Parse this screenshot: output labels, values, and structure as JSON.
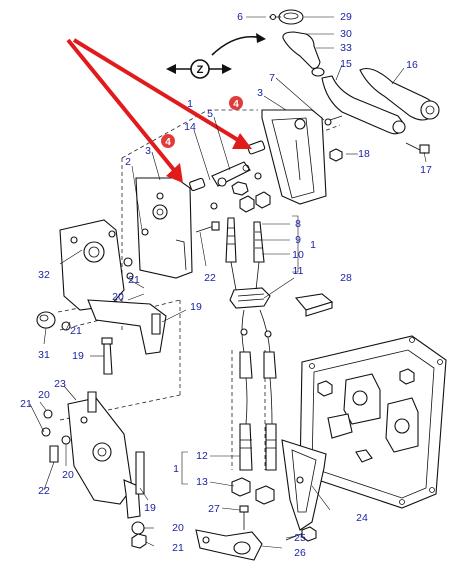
{
  "diagram": {
    "part_labels": [
      {
        "id": "6"
      },
      {
        "id": "29"
      },
      {
        "id": "30"
      },
      {
        "id": "33"
      },
      {
        "id": "7"
      },
      {
        "id": "15"
      },
      {
        "id": "16"
      },
      {
        "id": "1"
      },
      {
        "id": "3"
      },
      {
        "id": "5"
      },
      {
        "id": "14"
      },
      {
        "id": "3"
      },
      {
        "id": "18"
      },
      {
        "id": "17"
      },
      {
        "id": "2"
      },
      {
        "id": "8"
      },
      {
        "id": "9"
      },
      {
        "id": "10"
      },
      {
        "id": "1"
      },
      {
        "id": "11"
      },
      {
        "id": "28"
      },
      {
        "id": "32"
      },
      {
        "id": "21"
      },
      {
        "id": "22"
      },
      {
        "id": "20"
      },
      {
        "id": "19"
      },
      {
        "id": "21"
      },
      {
        "id": "31"
      },
      {
        "id": "19"
      },
      {
        "id": "23"
      },
      {
        "id": "20"
      },
      {
        "id": "21"
      },
      {
        "id": "22"
      },
      {
        "id": "20"
      },
      {
        "id": "12"
      },
      {
        "id": "1"
      },
      {
        "id": "13"
      },
      {
        "id": "19"
      },
      {
        "id": "27"
      },
      {
        "id": "24"
      },
      {
        "id": "20"
      },
      {
        "id": "25"
      },
      {
        "id": "21"
      },
      {
        "id": "26"
      }
    ],
    "callout_markers": [
      {
        "id": "4"
      },
      {
        "id": "4"
      }
    ],
    "direction_symbol": {
      "label": "Z"
    },
    "colors": {
      "arrow": "#e11b1b",
      "callout_text": "#1a1fa6",
      "marker": "#e23b3b",
      "line": "#111111"
    }
  }
}
